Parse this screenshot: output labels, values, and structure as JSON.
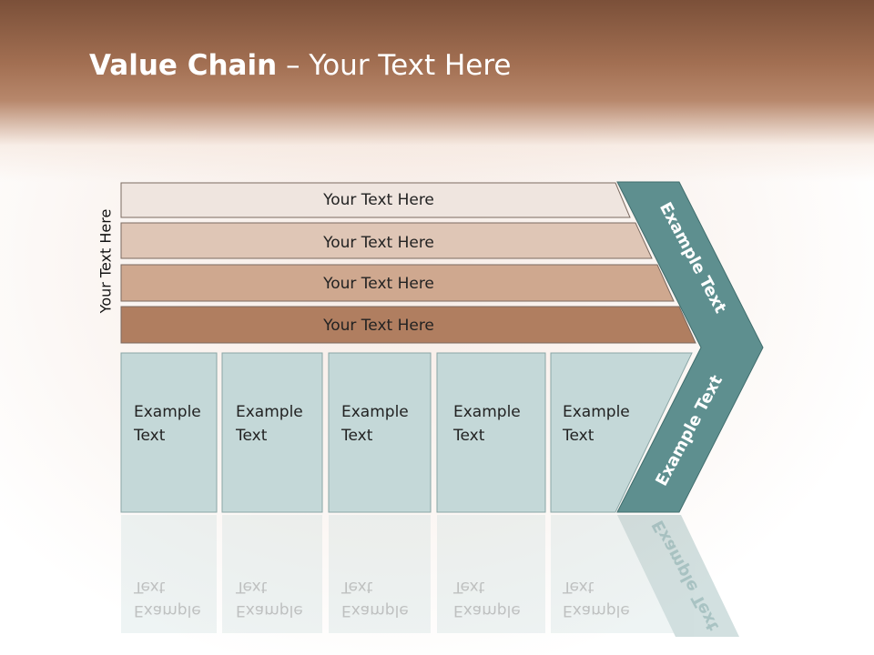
{
  "title": {
    "bold": "Value Chain",
    "rest": " – Your Text Here"
  },
  "side_label": "Your Text Here",
  "rows": [
    {
      "label": "Your Text Here",
      "color": "#efe5df"
    },
    {
      "label": "Your Text Here",
      "color": "#dfc6b6"
    },
    {
      "label": "Your Text Here",
      "color": "#cfa88f"
    },
    {
      "label": "Your Text Here",
      "color": "#b07e60"
    }
  ],
  "columns": [
    {
      "line1": "Example",
      "line2": "Text"
    },
    {
      "line1": "Example",
      "line2": "Text"
    },
    {
      "line1": "Example",
      "line2": "Text"
    },
    {
      "line1": "Example",
      "line2": "Text"
    },
    {
      "line1": "Example",
      "line2": "Text"
    }
  ],
  "chevron": {
    "upper": "Example Text",
    "lower": "Example Text",
    "color": "#5e8f8f"
  },
  "colors": {
    "header": "#a26f52",
    "column_fill": "#c4d8d8",
    "column_stroke": "#8aa6a6"
  }
}
